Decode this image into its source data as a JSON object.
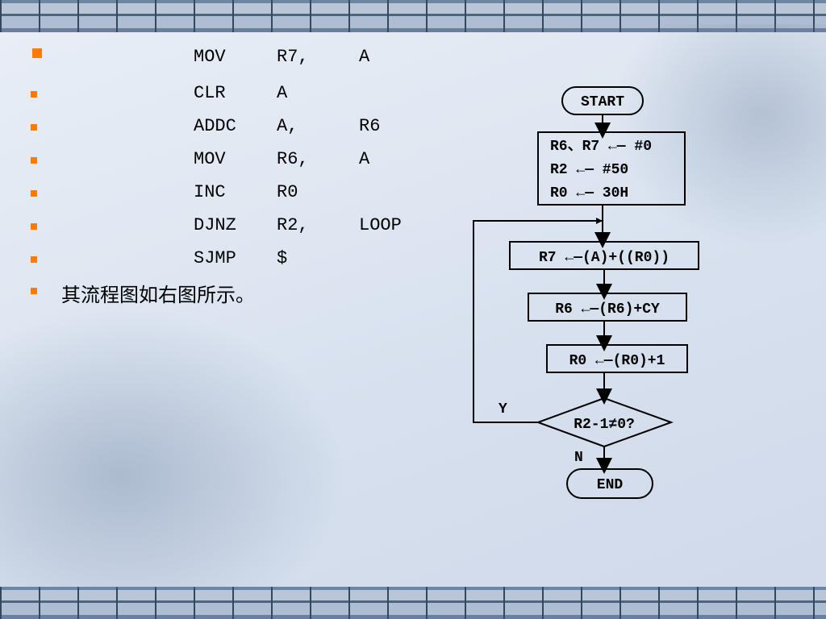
{
  "code": [
    {
      "op": "MOV",
      "arg1": "R7,",
      "arg2": "A"
    },
    {
      "op": "CLR",
      "arg1": "A",
      "arg2": ""
    },
    {
      "op": "ADDC",
      "arg1": "A,",
      "arg2": "R6"
    },
    {
      "op": "MOV",
      "arg1": "R6,",
      "arg2": "A"
    },
    {
      "op": "INC",
      "arg1": "R0",
      "arg2": ""
    },
    {
      "op": "DJNZ",
      "arg1": "R2,",
      "arg2": "LOOP"
    },
    {
      "op": "SJMP",
      "arg1": "$",
      "arg2": ""
    }
  ],
  "description": "其流程图如右图所示。",
  "flowchart": {
    "start": "START",
    "init": [
      "R6、R7 ←— #0",
      "R2  ←—  #50",
      "R0  ←—  30H"
    ],
    "step1": "R7 ←—(A)+((R0))",
    "step2": "R6 ←—(R6)+CY",
    "step3": "R0 ←—(R0)+1",
    "decision": "R2-1≠0?",
    "yes": "Y",
    "no": "N",
    "end": "END"
  },
  "colors": {
    "bullet": "#ff7a00"
  }
}
